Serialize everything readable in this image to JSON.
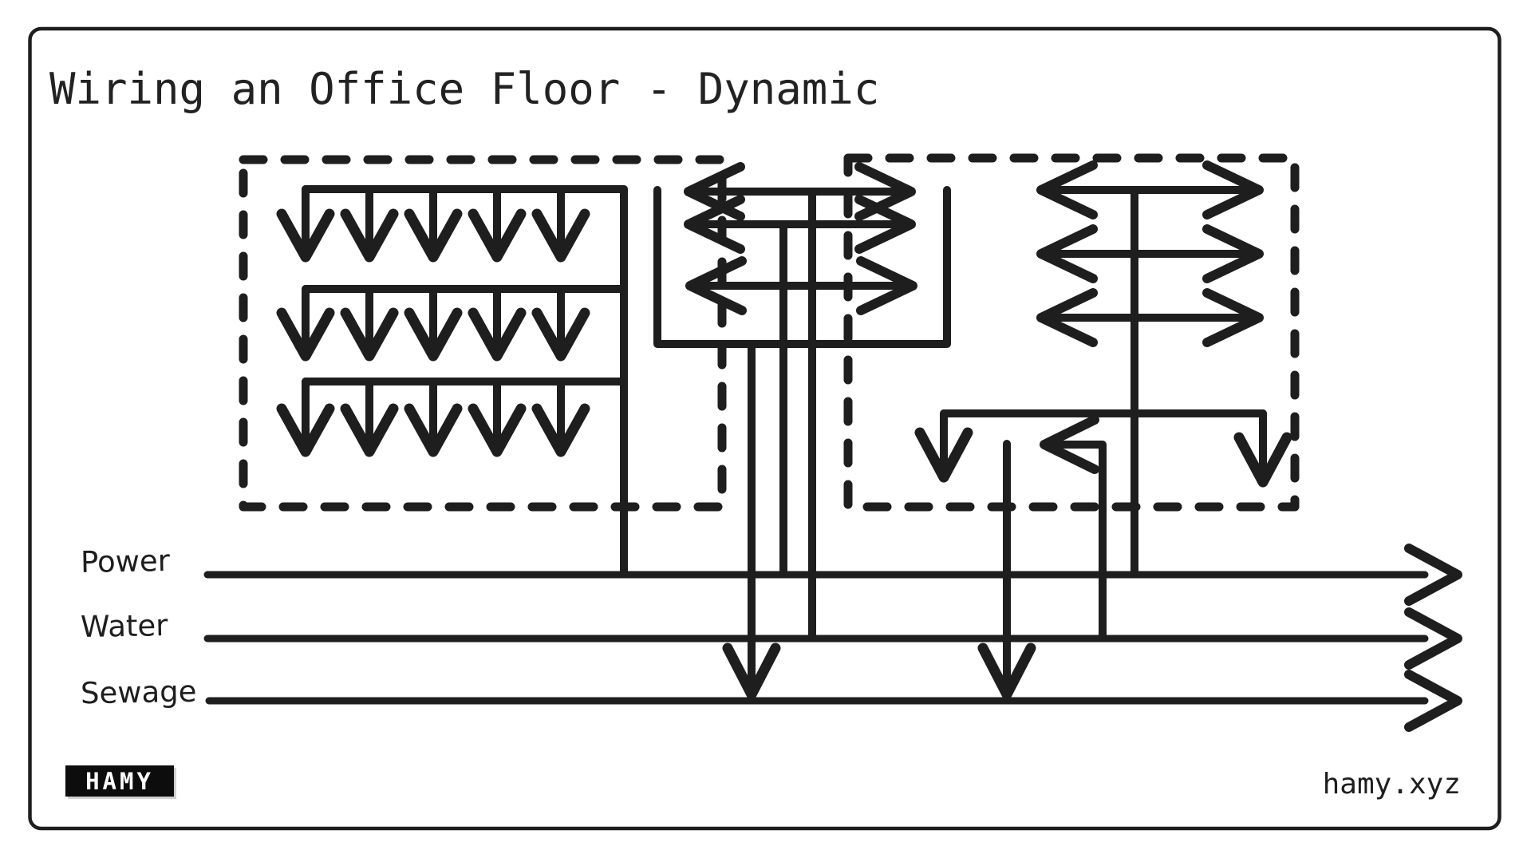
{
  "header": {
    "title": "Wiring an Office Floor - Dynamic"
  },
  "utilities": [
    {
      "label": "Power"
    },
    {
      "label": "Water"
    },
    {
      "label": "Sewage"
    }
  ],
  "footer": {
    "logo_text": "HAMY",
    "site_text": "hamy.xyz"
  },
  "colors": {
    "ink": "#1e1e1e",
    "background": "#ffffff"
  },
  "diagram": {
    "left_room": {
      "down_arrow_rows": 3,
      "down_arrows_per_row": 5
    },
    "corridor": {
      "double_arrows": 3
    },
    "right_room": {
      "double_arrows": 3,
      "branch_down_arrows": 2
    }
  }
}
